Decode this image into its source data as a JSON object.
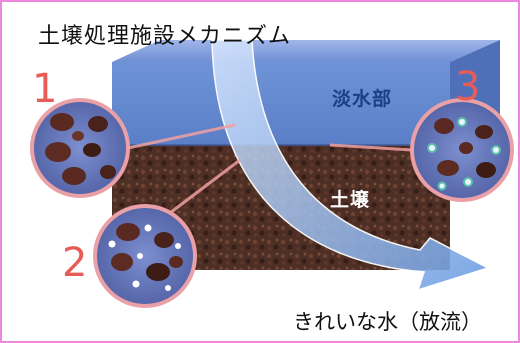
{
  "title": "土壌処理施設メカニズム",
  "labels": {
    "freshwater": "淡水部",
    "soil": "土壌",
    "discharge": "きれいな水（放流）"
  },
  "callouts": [
    "1",
    "2",
    "3"
  ],
  "colors": {
    "frame": "#ee88dd",
    "numbers": "#e85c58",
    "water": "#6f93d6",
    "soil": "#4f3024",
    "flow": "#9bc2ee"
  }
}
